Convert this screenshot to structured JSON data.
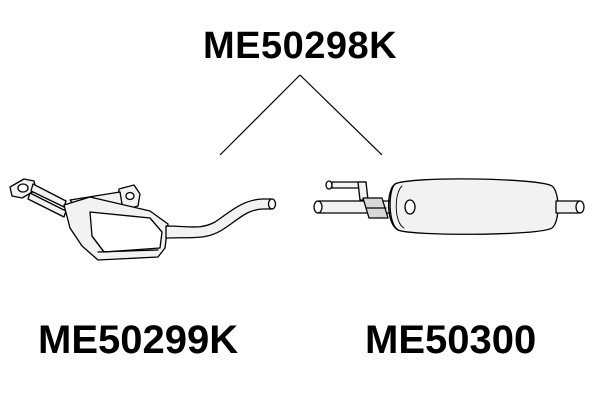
{
  "diagram": {
    "assembly_part_number": "ME50298K",
    "parts": [
      {
        "part_number": "ME50299K"
      },
      {
        "part_number": "ME50300"
      }
    ],
    "colors": {
      "ink": "#000000",
      "fill": "#f2f2f2",
      "shade": "#d8d8d8"
    }
  }
}
